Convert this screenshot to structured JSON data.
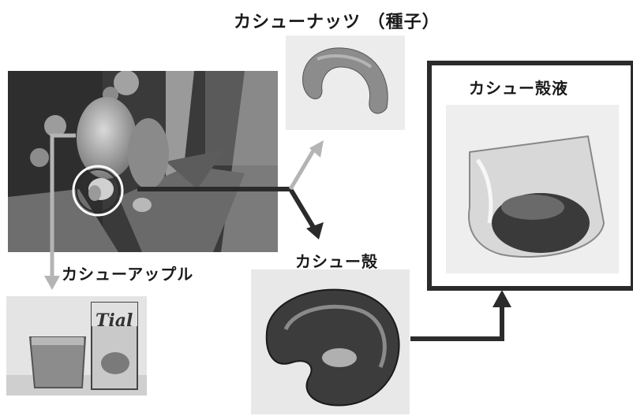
{
  "labels": {
    "nut": "カシューナッツ （種子）",
    "shell_liquid": "カシュー殻液",
    "apple": "カシューアップル",
    "shell": "カシュー殻"
  },
  "photos": {
    "juice_brand": "Tial"
  },
  "colors": {
    "arrow_light": "#b4b4b4",
    "arrow_dark": "#2b2b2b",
    "frame": "#2b2b2b"
  }
}
